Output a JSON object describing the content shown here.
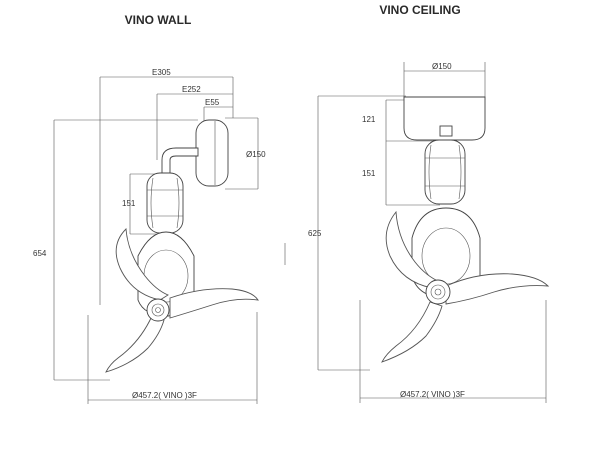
{
  "wall": {
    "title": "VINO WALL",
    "dims": {
      "e305": "E305",
      "e252": "E252",
      "e55": "E55",
      "dia150": "Ø150",
      "h151": "151",
      "h654": "654",
      "blade_dia": "Ø457.2(  VINO  )3F"
    }
  },
  "ceiling": {
    "title": "VINO CEILING",
    "dims": {
      "dia150": "Ø150",
      "h121": "121",
      "h151": "151",
      "h625": "625",
      "blade_dia": "Ø457.2(  VINO  )3F"
    }
  }
}
